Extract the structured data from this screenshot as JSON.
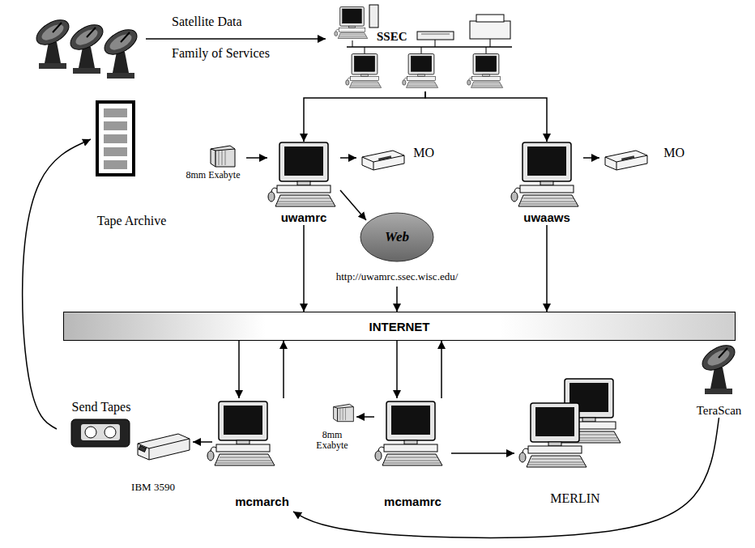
{
  "diagram": {
    "nodes": [
      {
        "text": [
          "SSEC"
        ]
      },
      {
        "text": [
          "uwamrc"
        ]
      },
      {
        "text": [
          "uwaaws"
        ]
      },
      {
        "text": [
          "8mm Exabyte"
        ]
      },
      {
        "text": [
          "MO"
        ]
      },
      {
        "text": [
          "MO"
        ]
      },
      {
        "text": [
          "Web",
          "http://uwamrc.ssec.wisc.edu/"
        ]
      },
      {
        "text": [
          "Tape Archive"
        ]
      },
      {
        "text": [
          "INTERNET"
        ]
      },
      {
        "text": [
          "Send Tapes"
        ]
      },
      {
        "text": [
          "IBM 3590"
        ]
      },
      {
        "text": [
          "mcmarch"
        ]
      },
      {
        "text": [
          "mcmamrc"
        ]
      },
      {
        "text": [
          "8mm Exabyte"
        ]
      },
      {
        "text": [
          "MERLIN"
        ]
      },
      {
        "text": [
          "TeraScan"
        ]
      }
    ],
    "edges": [
      {
        "from": 0,
        "to": 1,
        "arrow": "to"
      },
      {
        "from": 0,
        "to": 2,
        "arrow": "to"
      },
      {
        "from": 3,
        "to": 1,
        "arrow": "to"
      },
      {
        "from": 1,
        "to": 4,
        "arrow": "to"
      },
      {
        "from": 1,
        "to": 6,
        "arrow": "to"
      },
      {
        "from": 2,
        "to": 5,
        "arrow": "to"
      },
      {
        "from": 1,
        "to": 8,
        "arrow": "to"
      },
      {
        "from": 6,
        "to": 8,
        "arrow": "to"
      },
      {
        "from": 2,
        "to": 8,
        "arrow": "to"
      },
      {
        "from": 8,
        "to": 11,
        "arrow": "to"
      },
      {
        "from": 11,
        "to": 8,
        "arrow": "to"
      },
      {
        "from": 8,
        "to": 12,
        "arrow": "to"
      },
      {
        "from": 12,
        "to": 8,
        "arrow": "to"
      },
      {
        "from": 11,
        "to": 10,
        "arrow": "to"
      },
      {
        "from": 12,
        "to": 13,
        "arrow": "to"
      },
      {
        "from": 12,
        "to": 14,
        "arrow": "to"
      },
      {
        "from": 15,
        "to": 11,
        "arrow": "to"
      },
      {
        "from": 9,
        "to": 7,
        "arrow": "to"
      }
    ],
    "labels": [
      "Satellite Data",
      "Family of Services"
    ]
  }
}
